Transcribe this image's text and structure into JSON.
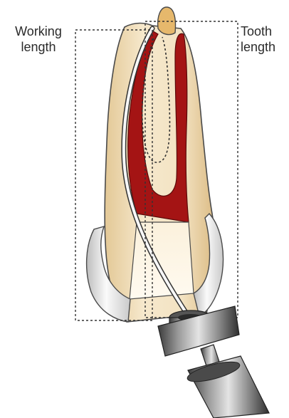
{
  "labels": {
    "working_length_line1": "Working",
    "working_length_line2": "length",
    "tooth_length_line1": "Tooth",
    "tooth_length_line2": "length"
  },
  "colors": {
    "dentin": "#f2e2c4",
    "dentin_shadow": "#e2c493",
    "pulp": "#a81010",
    "crown_enamel": "#ececec",
    "outline": "#333333",
    "instrument_metal": "#7a7a7a",
    "handpiece_dark": "#3a3a3a"
  }
}
